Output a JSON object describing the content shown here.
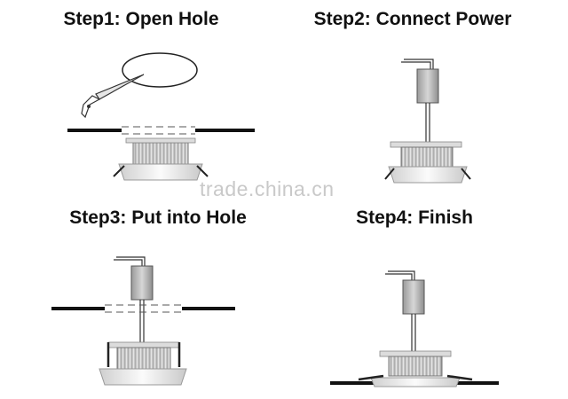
{
  "steps": [
    {
      "title": "Step1: Open Hole"
    },
    {
      "title": "Step2: Connect Power"
    },
    {
      "title": "Step3: Put into Hole"
    },
    {
      "title": "Step4: Finish"
    }
  ],
  "watermark": "trade.china.cn"
}
